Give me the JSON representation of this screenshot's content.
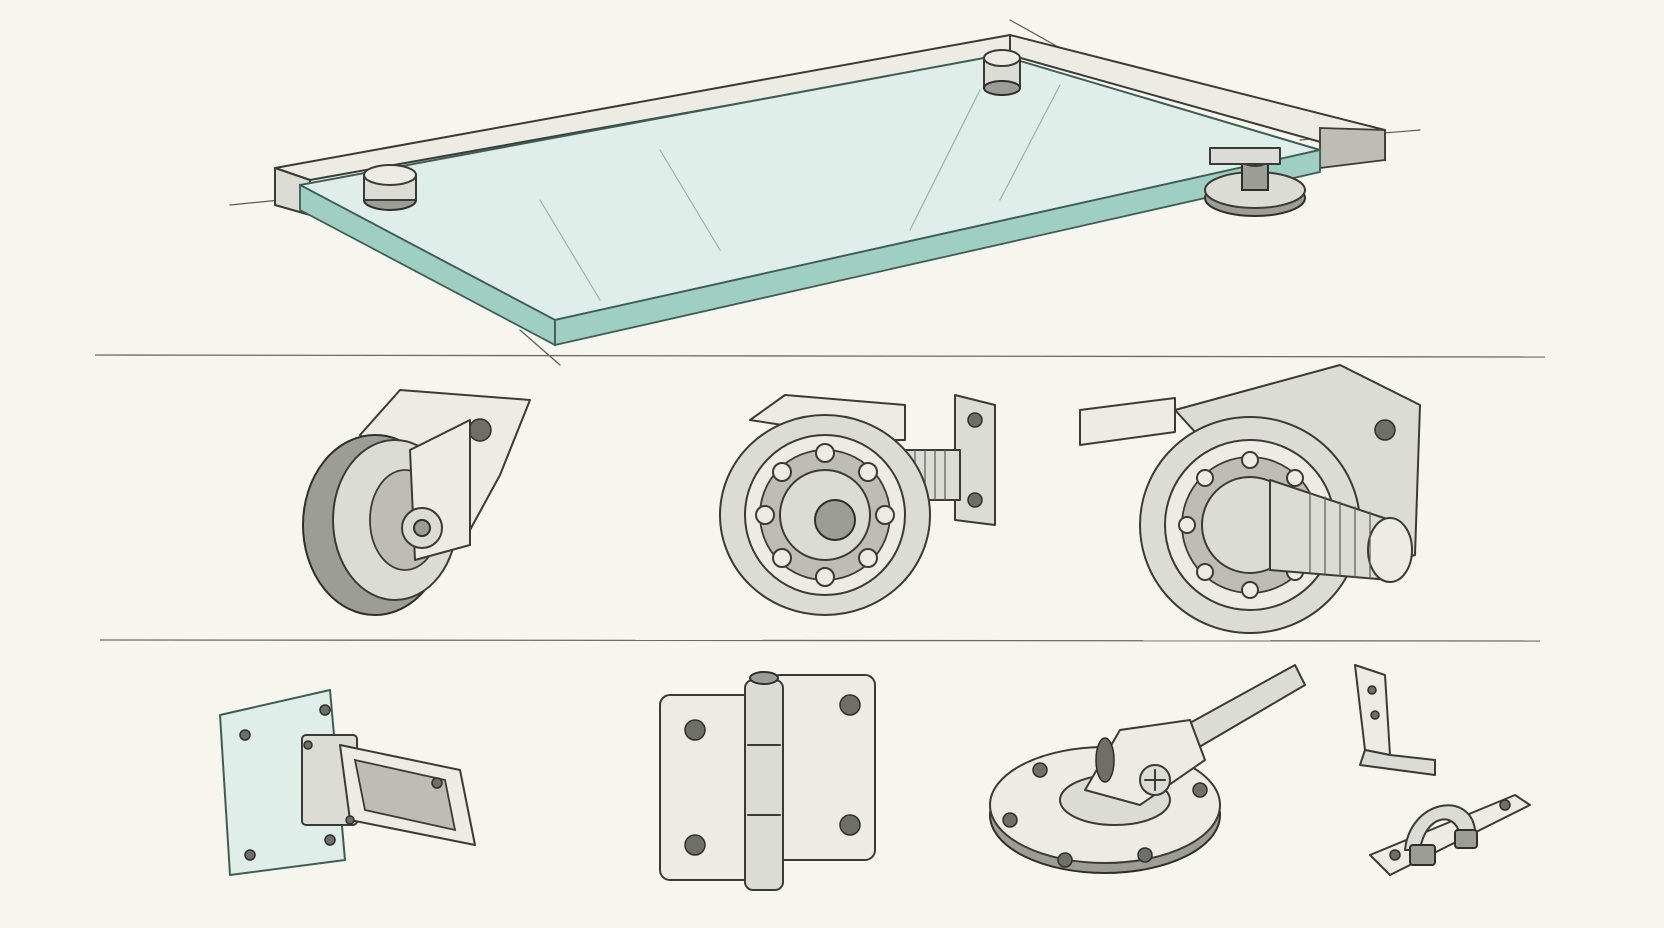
{
  "sketch": {
    "style": "pencil technical sketch",
    "paper_color": "#f7f6ee",
    "glass_tint": "#9fcfc2",
    "rows": [
      {
        "row": 1,
        "items": [
          "glass-shelf-assembly"
        ]
      },
      {
        "row": 2,
        "items": [
          "caster-wheel",
          "flange-bearing-threaded-stud",
          "pillow-block-bearing-on-shaft"
        ]
      },
      {
        "row": 3,
        "items": [
          "glass-mounting-bracket",
          "butt-hinge",
          "round-base-pivot-mount",
          "angle-bracket",
          "pipe-clamp-strap"
        ]
      }
    ]
  }
}
